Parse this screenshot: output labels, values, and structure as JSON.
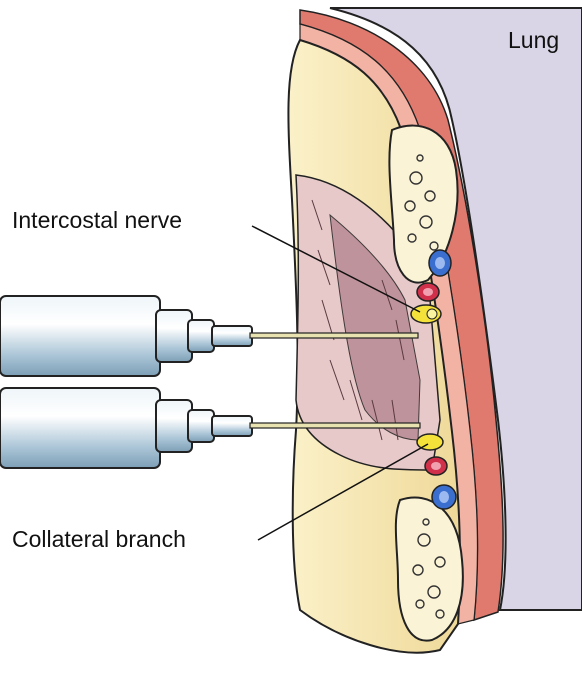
{
  "labels": {
    "lung": "Lung",
    "intercostal_nerve": "Intercostal nerve",
    "collateral_branch": "Collateral branch"
  },
  "colors": {
    "lung_fill": "#d9d4e6",
    "pleura_red": "#e07a6e",
    "pleura_pink": "#f2b3a5",
    "bone_fill": "#f6e9b8",
    "muscle_pink": "#e8c9c9",
    "muscle_dark": "#b98a93",
    "nerve_yellow": "#f4e23a",
    "artery_red": "#d0304a",
    "vein_blue": "#3a6fd0",
    "syringe_light": "#f2f7fa",
    "syringe_blue": "#8fb2c8"
  },
  "icons": [
    "syringe-upper",
    "syringe-lower"
  ]
}
